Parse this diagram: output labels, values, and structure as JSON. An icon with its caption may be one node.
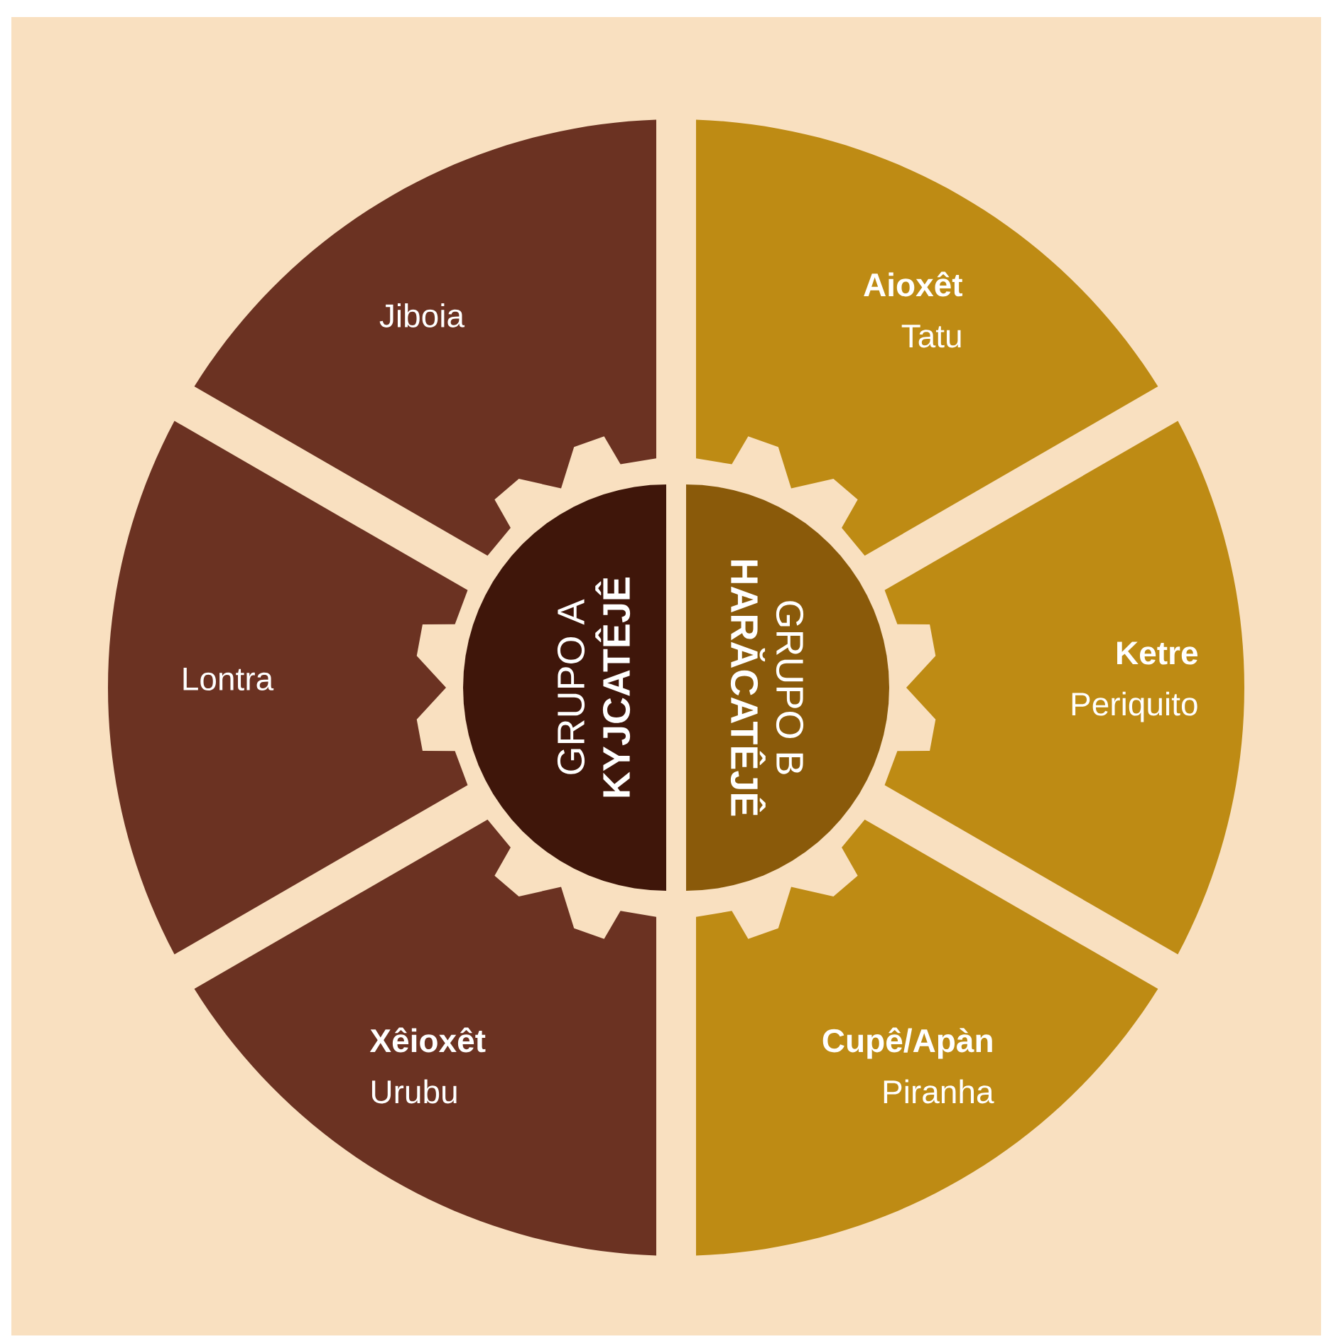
{
  "diagram": {
    "nodes": [
      {
        "text": [
          "GRUPO A",
          "KYJCATÊJÊ"
        ]
      },
      {
        "text": [
          "GRUPO B",
          "HARĂCATÊJÊ"
        ]
      },
      {
        "text": [
          "Jiboia"
        ]
      },
      {
        "text": [
          "Lontra"
        ]
      },
      {
        "text": [
          "Xêioxêt",
          "Urubu"
        ]
      },
      {
        "text": [
          "Aioxêt",
          "Tatu"
        ]
      },
      {
        "text": [
          "Ketre",
          "Periquito"
        ]
      },
      {
        "text": [
          "Cupê/Apàn",
          "Piranha"
        ]
      }
    ]
  }
}
